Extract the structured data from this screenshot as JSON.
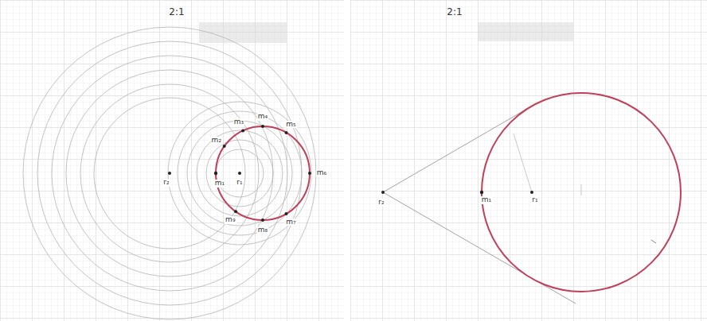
{
  "diagram": {
    "labels": [
      "2:1",
      "r₂",
      "r₁",
      "m₁",
      "m₂",
      "m₃",
      "m₄",
      "m₅",
      "m₆",
      "m₇",
      "m₈",
      "m₉",
      "2:1",
      "r₂",
      "m₁",
      "r₁"
    ]
  }
}
